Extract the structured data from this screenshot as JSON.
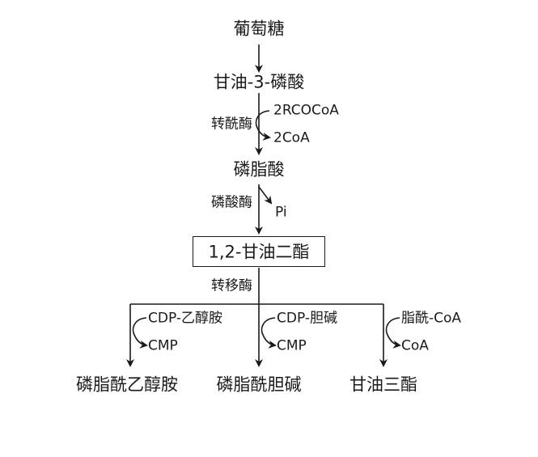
{
  "nodes": {
    "glucose": "葡萄糖",
    "glycerol3p": "甘油-3-磷酸",
    "phosphatidic_acid": "磷脂酸",
    "diacylglycerol": "1,2-甘油二酯",
    "pe": "磷脂酰乙醇胺",
    "pc": "磷脂酰胆碱",
    "tg": "甘油三酯"
  },
  "enzymes": {
    "acyltransferase": "转酰酶",
    "phosphatase": "磷酸酶",
    "transferase": "转移酶"
  },
  "cofactors": {
    "step2_in": "2RCOCoA",
    "step2_out": "2CoA",
    "step3_out": "Pi",
    "pe_in": "CDP-乙醇胺",
    "pe_out": "CMP",
    "pc_in": "CDP-胆碱",
    "pc_out": "CMP",
    "tg_in": "脂酰-CoA",
    "tg_out": "CoA"
  }
}
